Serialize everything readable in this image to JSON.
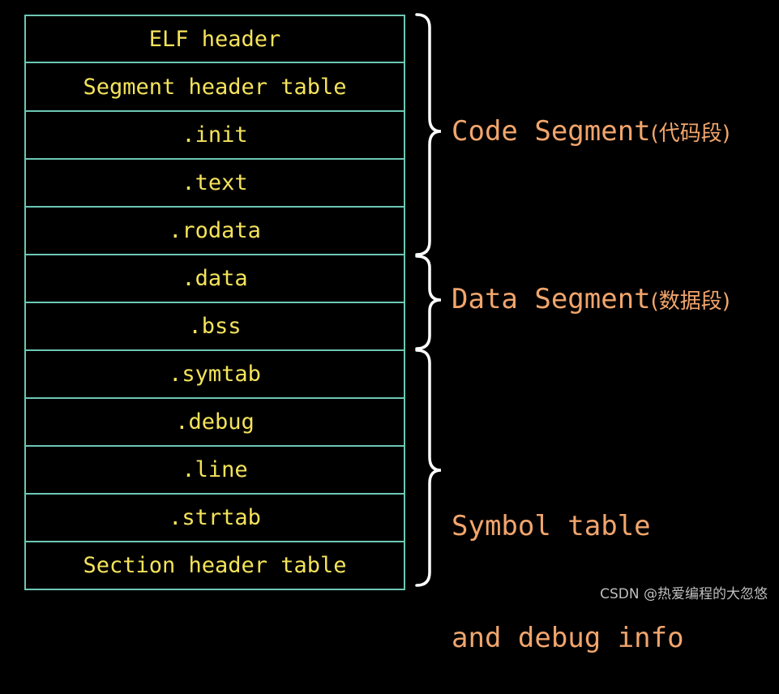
{
  "sections": [
    "ELF header",
    "Segment header table",
    ".init",
    ".text",
    ".rodata",
    ".data",
    ".bss",
    ".symtab",
    ".debug",
    ".line",
    ".strtab",
    "Section header table"
  ],
  "groups": {
    "code": {
      "label": "Code Segment",
      "cn": "(代码段)"
    },
    "data": {
      "label": "Data Segment",
      "cn": "(数据段)"
    },
    "symbol": {
      "line1": "Symbol table",
      "line2": "and debug info"
    }
  },
  "watermark": "CSDN @热爱编程的大忽悠",
  "colors": {
    "background": "#000000",
    "grid": "#6cc7b4",
    "section_text": "#f4e35a",
    "group_text": "#f1a56c"
  }
}
